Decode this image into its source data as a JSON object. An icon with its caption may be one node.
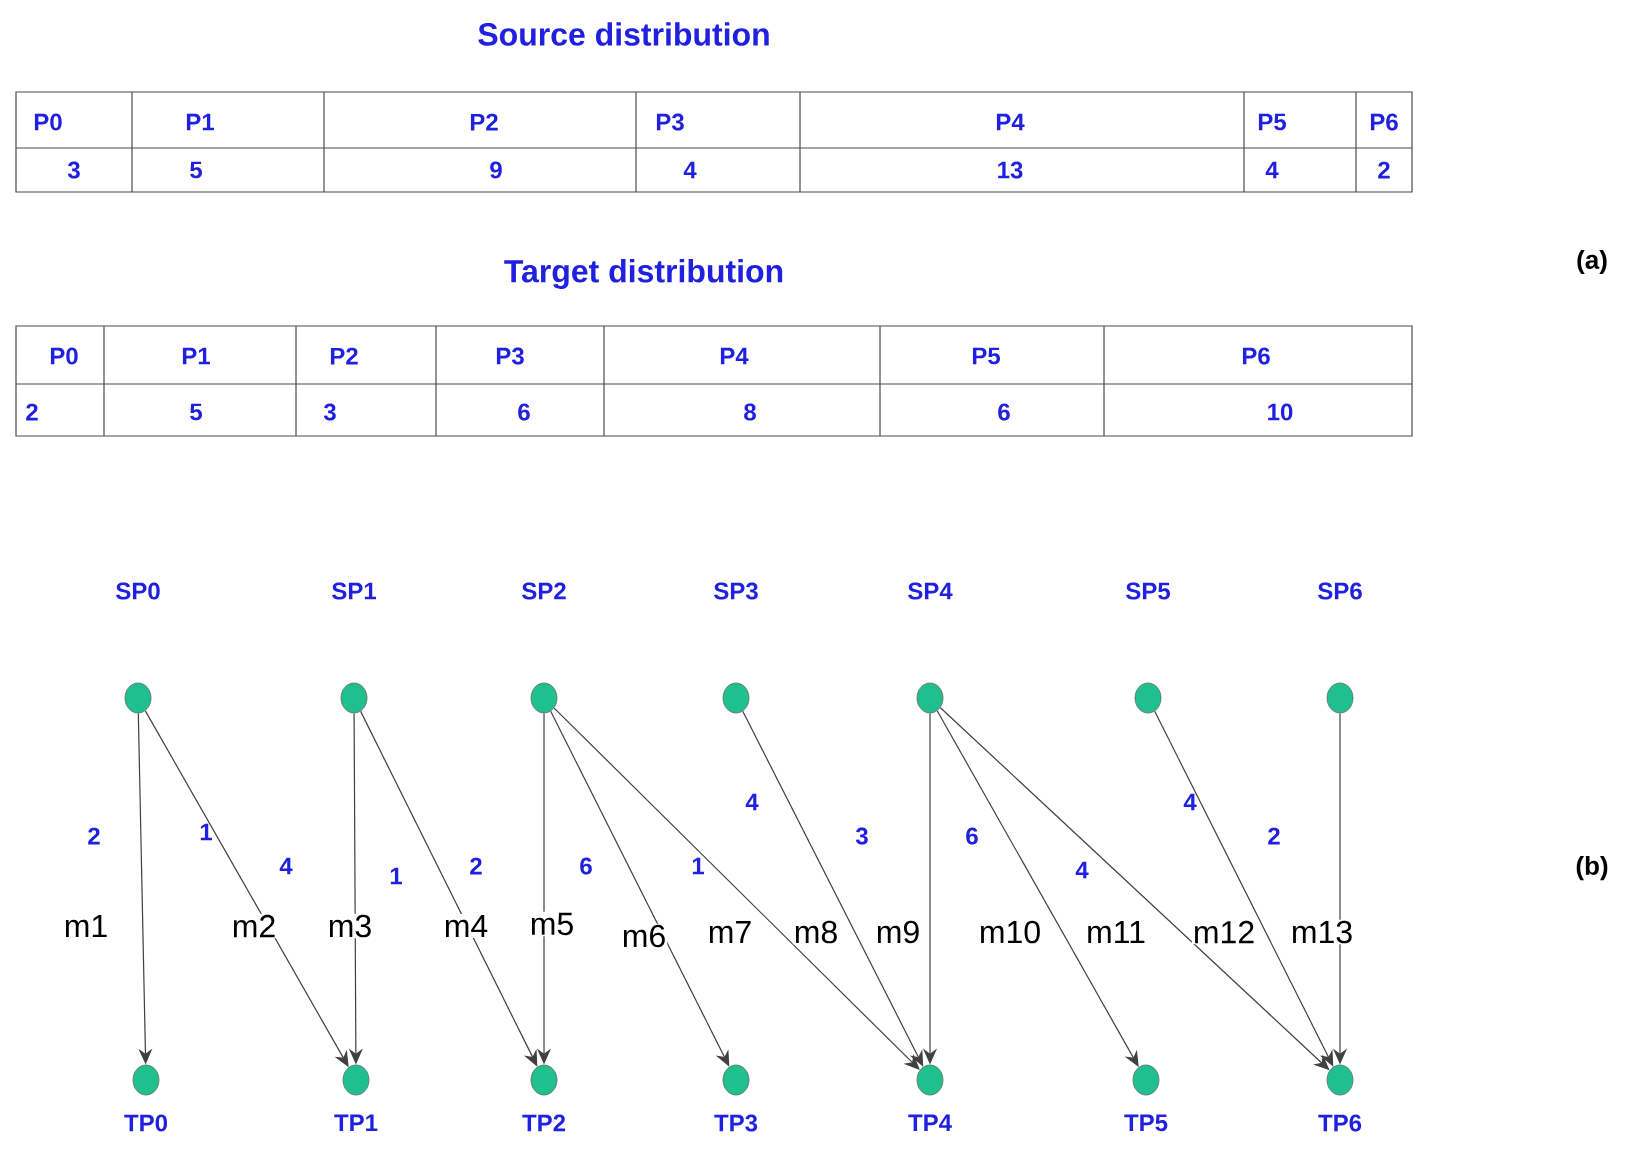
{
  "diagram": {
    "nodes": [
      {
        "text": [
          "SP0"
        ]
      },
      {
        "text": [
          "SP1"
        ]
      },
      {
        "text": [
          "SP2"
        ]
      },
      {
        "text": [
          "SP3"
        ]
      },
      {
        "text": [
          "SP4"
        ]
      },
      {
        "text": [
          "SP5"
        ]
      },
      {
        "text": [
          "SP6"
        ]
      },
      {
        "text": [
          "TP0"
        ]
      },
      {
        "text": [
          "TP1"
        ]
      },
      {
        "text": [
          "TP2"
        ]
      },
      {
        "text": [
          "TP3"
        ]
      },
      {
        "text": [
          "TP4"
        ]
      },
      {
        "text": [
          "TP5"
        ]
      },
      {
        "text": [
          "TP6"
        ]
      }
    ],
    "edges": [
      {
        "from": 0,
        "to": 7,
        "arrow": "to",
        "label": "m1"
      },
      {
        "from": 0,
        "to": 8,
        "arrow": "to",
        "label": "m2"
      },
      {
        "from": 1,
        "to": 8,
        "arrow": "to",
        "label": "m3"
      },
      {
        "from": 1,
        "to": 9,
        "arrow": "to",
        "label": "m4"
      },
      {
        "from": 2,
        "to": 9,
        "arrow": "to",
        "label": "m5"
      },
      {
        "from": 2,
        "to": 10,
        "arrow": "to",
        "label": "m6"
      },
      {
        "from": 2,
        "to": 11,
        "arrow": "to",
        "label": "m7"
      },
      {
        "from": 3,
        "to": 11,
        "arrow": "to",
        "label": "m8"
      },
      {
        "from": 4,
        "to": 11,
        "arrow": "to",
        "label": "m9"
      },
      {
        "from": 4,
        "to": 12,
        "arrow": "to",
        "label": "m10"
      },
      {
        "from": 4,
        "to": 13,
        "arrow": "to",
        "label": "m11"
      },
      {
        "from": 5,
        "to": 13,
        "arrow": "to",
        "label": "m12"
      },
      {
        "from": 6,
        "to": 13,
        "arrow": "to",
        "label": "m13"
      }
    ],
    "labels": [
      "Source distribution",
      "P0",
      "P1",
      "P2",
      "P3",
      "P4",
      "P5",
      "P6",
      "3",
      "5",
      "9",
      "4",
      "13",
      "4",
      "2",
      "Target distribution",
      "(a)",
      "P0",
      "P1",
      "P2",
      "P3",
      "P4",
      "P5",
      "P6",
      "2",
      "5",
      "3",
      "6",
      "8",
      "6",
      "10",
      "(b)",
      "2",
      "1",
      "4",
      "1",
      "2",
      "6",
      "1",
      "4",
      "3",
      "6",
      "4",
      "4",
      "2"
    ]
  }
}
